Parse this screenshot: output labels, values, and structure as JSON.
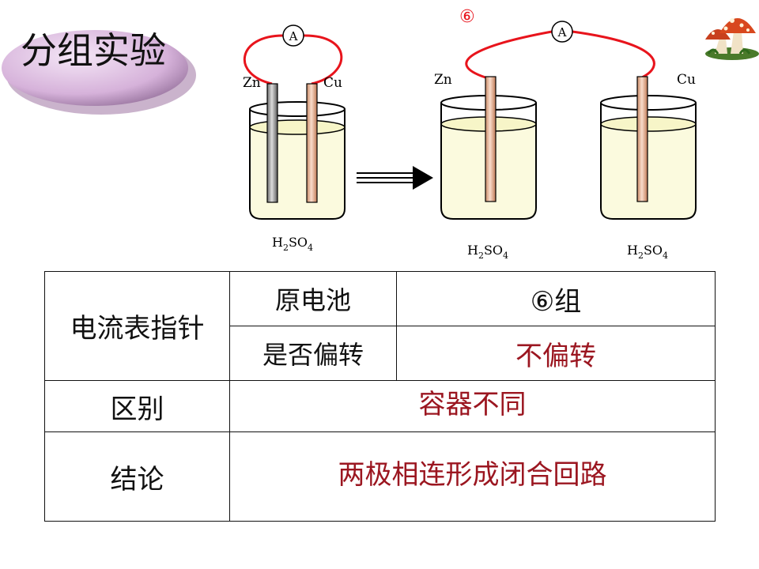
{
  "title": "分组实验",
  "group_marker": "⑥",
  "diagram": {
    "ammeter_label": "A",
    "left_setup": {
      "left_electrode": "Zn",
      "right_electrode": "Cu",
      "solution": {
        "main": "H",
        "sub1": "2",
        "mid": "SO",
        "sub2": "4"
      }
    },
    "right_setup": {
      "left_electrode": "Zn",
      "right_electrode": "Cu",
      "solution_left": {
        "main": "H",
        "sub1": "2",
        "mid": "SO",
        "sub2": "4"
      },
      "solution_right": {
        "main": "H",
        "sub1": "2",
        "mid": "SO",
        "sub2": "4"
      }
    }
  },
  "table": {
    "row1": {
      "label": "电流表指针",
      "sub1": "原电池",
      "value1": "⑥组",
      "sub2": "是否偏转",
      "value2": "不偏转"
    },
    "row2": {
      "label": "区别",
      "value": "容器不同"
    },
    "row3": {
      "label": "结论",
      "value": "两极相连形成闭合回路"
    }
  },
  "colors": {
    "wire": "#e8141c",
    "solution": "#fbfade",
    "conclusion_text": "#9b1620",
    "title_badge": "#d8b6dc"
  }
}
